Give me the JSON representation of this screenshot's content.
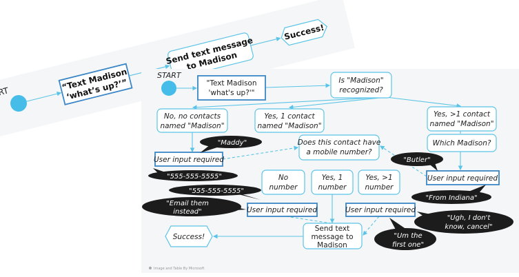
{
  "colors": {
    "accent": "#5bc4e6",
    "box_border": "#3b86c6",
    "bubble": "#1c1c1c",
    "card": "#f4f6f8"
  },
  "back": {
    "start": "START",
    "utterance": [
      "“Text Madison",
      "‘what’s up?’”"
    ],
    "send": [
      "Send text message",
      "to Madison"
    ],
    "success": "Success!"
  },
  "front": {
    "start": "START",
    "utterance": [
      "\"Text Madison",
      "'what's up?'\""
    ],
    "recognized": [
      "Is \"Madison\"",
      "recognized?"
    ],
    "no_contacts": [
      "No, no contacts",
      "named \"Madison\""
    ],
    "one_contact": [
      "Yes, 1 contact",
      "named \"Madison\""
    ],
    "many_contacts": [
      "Yes, >1 contact",
      "named \"Madison\""
    ],
    "which": "Which Madison?",
    "mobile": [
      "Does this contact have",
      "a mobile number?"
    ],
    "no_number": [
      "No",
      "number"
    ],
    "one_number": [
      "Yes, 1",
      "number"
    ],
    "many_number": [
      "Yes, >1",
      "number"
    ],
    "user_input": "User input required",
    "send": [
      "Send text",
      "message to",
      "Madison"
    ],
    "success": "Success!",
    "footer": "Image and Table By Microsoft"
  },
  "bubbles": {
    "maddy": "\"Maddy\"",
    "phone1": "\"555-555-5555\"",
    "phone2": "\"555-555-5555\"",
    "email": [
      "\"Email them",
      "instead\""
    ],
    "butler": "\"Butler\"",
    "indiana": "\"From Indiana\"",
    "cancel": [
      "\"Ugh, I don't",
      "know, cancel\""
    ],
    "first": [
      "\"Um the",
      "first one\""
    ]
  }
}
